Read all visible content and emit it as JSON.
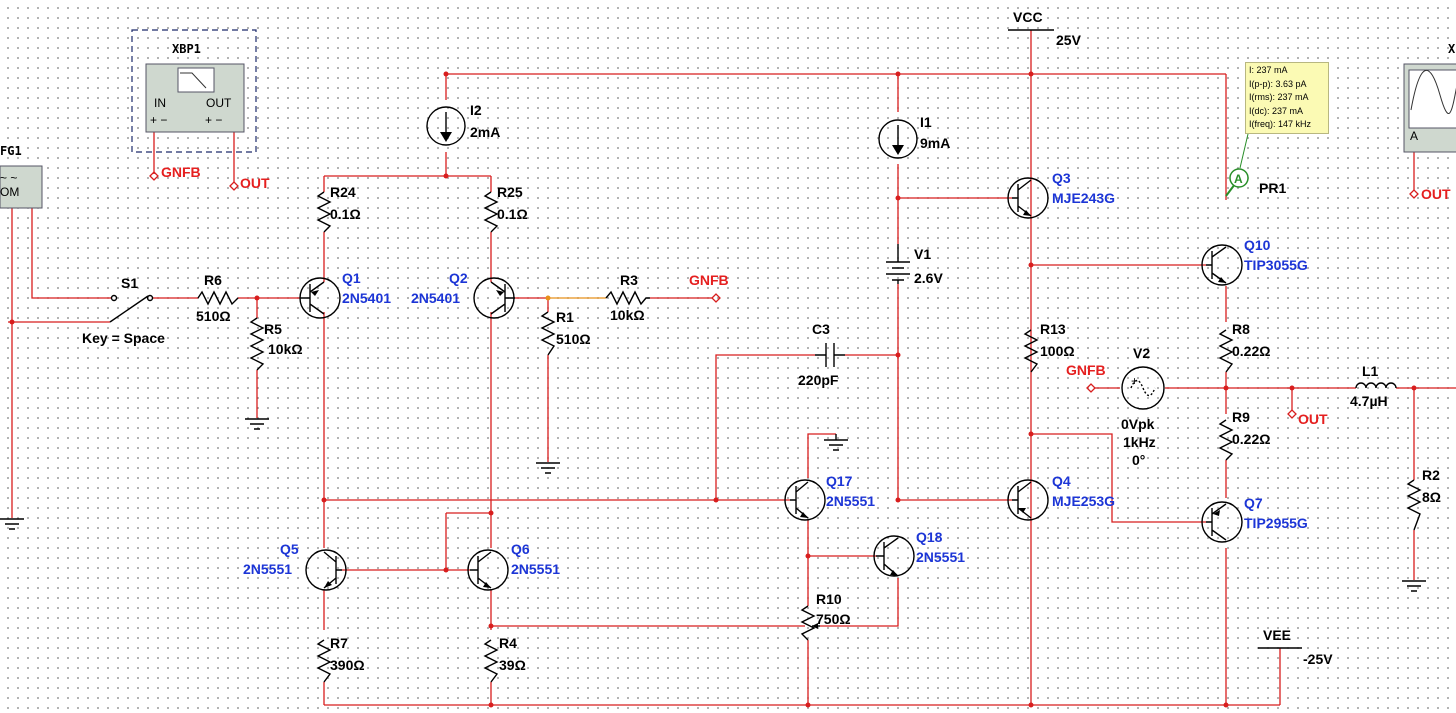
{
  "rails": {
    "vcc": {
      "name": "VCC",
      "value": "25V"
    },
    "vee": {
      "name": "VEE",
      "value": "-25V"
    }
  },
  "instruments": {
    "bode": {
      "name": "XBP1",
      "in_label": "IN",
      "out_label": "OUT"
    },
    "fg": {
      "name": "FG1",
      "com_label": "OM"
    },
    "scope": {
      "name": "X"
    }
  },
  "net_labels": {
    "gnfb": "GNFB",
    "out": "OUT"
  },
  "switch": {
    "name": "S1",
    "key": "Key = Space"
  },
  "resistors": [
    {
      "ref": "R6",
      "value": "510Ω"
    },
    {
      "ref": "R5",
      "value": "10kΩ"
    },
    {
      "ref": "R24",
      "value": "0.1Ω"
    },
    {
      "ref": "R25",
      "value": "0.1Ω"
    },
    {
      "ref": "R1",
      "value": "510Ω"
    },
    {
      "ref": "R3",
      "value": "10kΩ"
    },
    {
      "ref": "R7",
      "value": "390Ω"
    },
    {
      "ref": "R4",
      "value": "39Ω"
    },
    {
      "ref": "R10",
      "value": "750Ω"
    },
    {
      "ref": "R13",
      "value": "100Ω"
    },
    {
      "ref": "R8",
      "value": "0.22Ω"
    },
    {
      "ref": "R9",
      "value": "0.22Ω"
    },
    {
      "ref": "R2",
      "value": "8Ω"
    }
  ],
  "sources": {
    "i2": {
      "ref": "I2",
      "value": "2mA"
    },
    "i1": {
      "ref": "I1",
      "value": "9mA"
    },
    "v1": {
      "ref": "V1",
      "value": "2.6V"
    },
    "v2": {
      "ref": "V2",
      "amp": "0Vpk",
      "freq": "1kHz",
      "phase": "0°"
    }
  },
  "capacitor": {
    "ref": "C3",
    "value": "220pF"
  },
  "inductor": {
    "ref": "L1",
    "value": "4.7µH"
  },
  "transistors": {
    "q1": {
      "ref": "Q1",
      "model": "2N5401"
    },
    "q2": {
      "ref": "Q2",
      "model": "2N5401"
    },
    "q3": {
      "ref": "Q3",
      "model": "MJE243G"
    },
    "q4": {
      "ref": "Q4",
      "model": "MJE253G"
    },
    "q5": {
      "ref": "Q5",
      "model": "2N5551"
    },
    "q6": {
      "ref": "Q6",
      "model": "2N5551"
    },
    "q7": {
      "ref": "Q7",
      "model": "TIP2955G"
    },
    "q10": {
      "ref": "Q10",
      "model": "TIP3055G"
    },
    "q17": {
      "ref": "Q17",
      "model": "2N5551"
    },
    "q18": {
      "ref": "Q18",
      "model": "2N5551"
    }
  },
  "probe": {
    "name": "PR1",
    "symbol": "A",
    "readings": [
      "I: 237 mA",
      "I(p-p): 3.63 pA",
      "I(rms): 237 mA",
      "I(dc): 237 mA",
      "I(freq): 147 kHz"
    ]
  }
}
